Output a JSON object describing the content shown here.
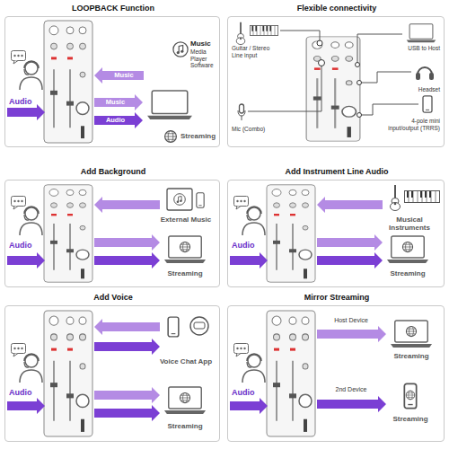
{
  "diagram": {
    "nodes": [
      {
        "text": [
          "LOOPBACK Function",
          "Audio",
          "Music",
          "Media Player Software",
          "Music",
          "Music",
          "Audio",
          "Streaming"
        ]
      },
      {
        "text": [
          "Flexible connectivity",
          "Guitar / Stereo Line input",
          "USB to Host",
          "Headset",
          "Mic (Combo)",
          "4-pole mini input/output (TRRS)"
        ]
      },
      {
        "text": [
          "Add Background",
          "Audio",
          "External Music",
          "Streaming"
        ]
      },
      {
        "text": [
          "Add Instrument Line Audio",
          "Audio",
          "Musical Instruments",
          "Streaming"
        ]
      },
      {
        "text": [
          "Add Voice",
          "Audio",
          "Voice Chat App",
          "Streaming"
        ]
      },
      {
        "text": [
          "Mirror Streaming",
          "Audio",
          "Host Device",
          "Streaming",
          "2nd Device",
          "Streaming"
        ]
      }
    ]
  }
}
